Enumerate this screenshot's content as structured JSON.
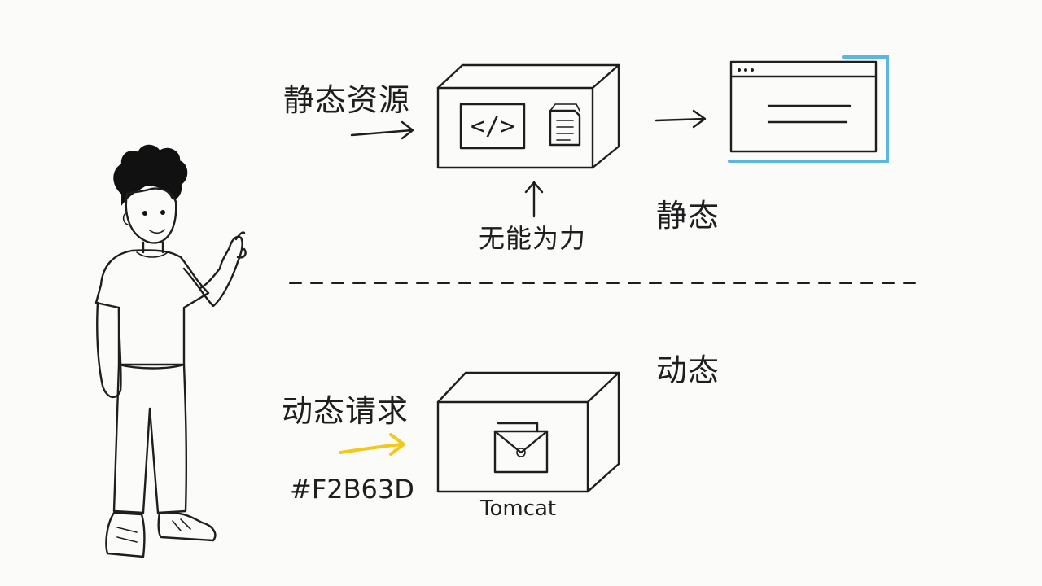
{
  "labels": {
    "static_resources": "静态资源",
    "code_icon_text": "</>",
    "powerless": "无能为力",
    "static": "静态",
    "dynamic": "动态",
    "dynamic_request": "动态请求",
    "color_hex": "#F2B63D",
    "tomcat": "Tomcat"
  },
  "icons": {
    "code": "code-brackets-icon",
    "document": "document-icon",
    "browser": "browser-window-icon",
    "envelope": "envelope-icon"
  },
  "colors": {
    "ink": "#1e1e1e",
    "browser_accent": "#5bb6e0",
    "arrow_yellow": "#f2c81a",
    "shirt": "#ffffff",
    "pants": "#6e6e6e",
    "shoes": "#3b7fd0"
  }
}
